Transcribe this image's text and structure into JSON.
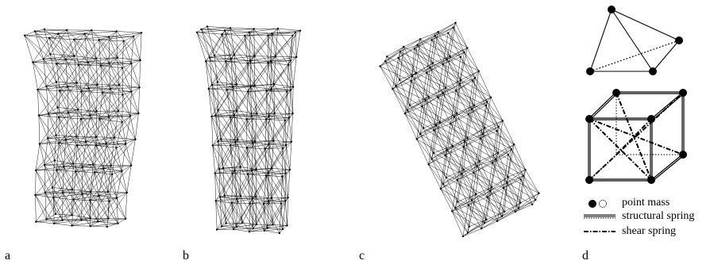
{
  "panels": [
    {
      "label": "a"
    },
    {
      "label": "b"
    },
    {
      "label": "c"
    },
    {
      "label": "d"
    }
  ],
  "legend": {
    "point_mass": "point mass",
    "structural_spring": "structural spring",
    "shear_spring": "shear spring"
  },
  "colors": {
    "line": "#000000",
    "background": "#ffffff"
  }
}
